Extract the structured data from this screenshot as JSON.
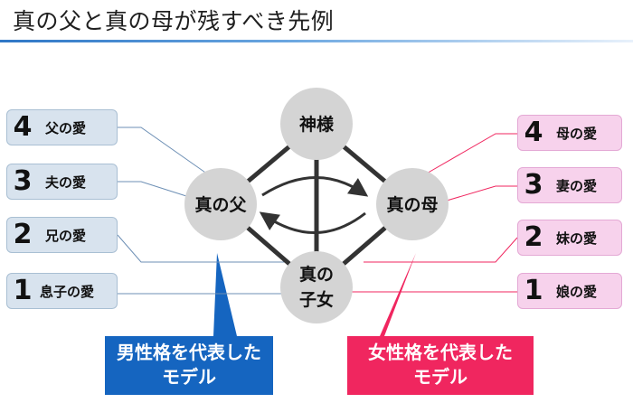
{
  "title": "真の父と真の母が残すべき先例",
  "nodes": {
    "top": "神様",
    "left": "真の父",
    "right": "真の母",
    "bottom_line1": "真の",
    "bottom_line2": "子女"
  },
  "left_boxes": [
    {
      "num": "4",
      "label": "父の愛"
    },
    {
      "num": "3",
      "label": "夫の愛"
    },
    {
      "num": "2",
      "label": "兄の愛"
    },
    {
      "num": "1",
      "label": "息子の愛"
    }
  ],
  "right_boxes": [
    {
      "num": "4",
      "label": "母の愛"
    },
    {
      "num": "3",
      "label": "妻の愛"
    },
    {
      "num": "2",
      "label": "妹の愛"
    },
    {
      "num": "1",
      "label": "娘の愛"
    }
  ],
  "callouts": {
    "male_line1": "男性格を代表した",
    "male_line2": "モデル",
    "female_line1": "女性格を代表した",
    "female_line2": "モデル"
  },
  "colors": {
    "male": "#1565c0",
    "female": "#f0265f",
    "node_fill": "#d4d4d4",
    "line": "#333333"
  }
}
